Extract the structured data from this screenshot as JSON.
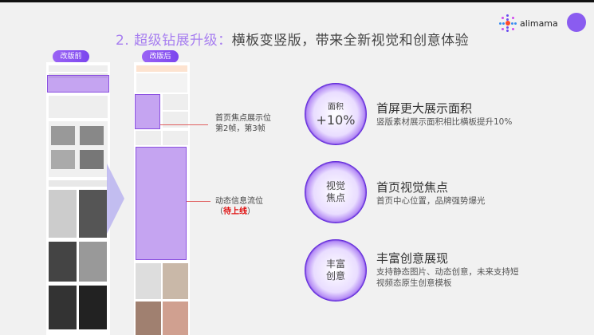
{
  "title": {
    "highlight": "2. 超级钻展升级：",
    "rest": "横板变竖版，带来全新视觉和创意体验"
  },
  "logo": {
    "text": "alimama"
  },
  "before": {
    "label": "改版前"
  },
  "after": {
    "label": "改版后"
  },
  "callouts": [
    {
      "line1": "首页焦点展示位",
      "line2": "第2帧，第3帧"
    },
    {
      "line1": "动态信息流位",
      "line2_open": "（",
      "line2_red": "待上线",
      "line2_close": "）"
    }
  ],
  "features": [
    {
      "badge_top": "面积",
      "badge_big": "+10%",
      "title": "首屏更大展示面积",
      "desc": "竖版素材展示面积相比横板提升10%"
    },
    {
      "badge_top": "视觉",
      "badge_bottom": "焦点",
      "title": "首页视觉焦点",
      "desc": "首页中心位置，品牌强势爆光"
    },
    {
      "badge_top": "丰富",
      "badge_bottom": "创意",
      "title": "丰富创意展现",
      "desc": "支持静态图片、动态创意，未来支持短",
      "desc2": "视频态原生创意模板"
    }
  ],
  "colors": {
    "accent": "#8a5cf0",
    "highlight": "#a77ef0",
    "red": "#e01010"
  }
}
